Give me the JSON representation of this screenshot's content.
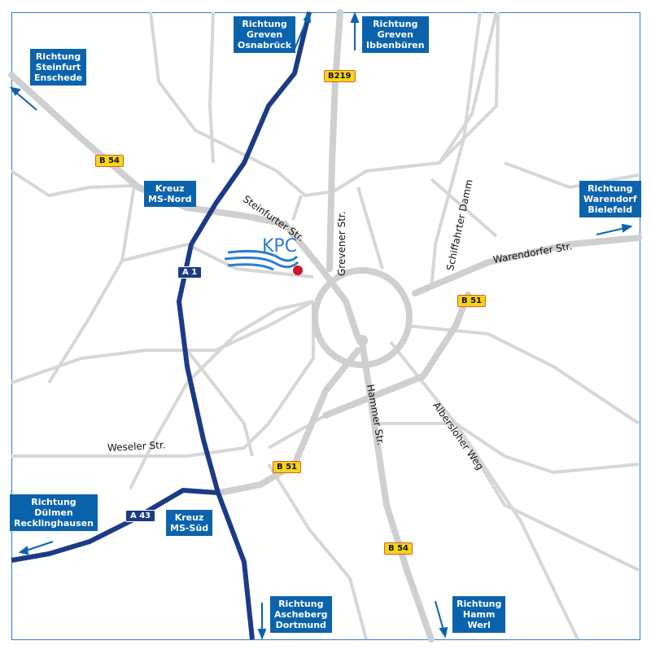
{
  "directions": [
    {
      "id": "steinfurt",
      "lines": [
        "Richtung",
        "Steinfurt",
        "Enschede"
      ]
    },
    {
      "id": "greven-osnabrueck",
      "lines": [
        "Richtung",
        "Greven",
        "Osnabrück"
      ]
    },
    {
      "id": "greven-ibbenbueren",
      "lines": [
        "Richtung",
        "Greven",
        "Ibbenbüren"
      ]
    },
    {
      "id": "warendorf",
      "lines": [
        "Richtung",
        "Warendorf",
        "Bielefeld"
      ]
    },
    {
      "id": "duelmen",
      "lines": [
        "Richtung",
        "Dülmen",
        "Recklinghausen"
      ]
    },
    {
      "id": "ascheberg",
      "lines": [
        "Richtung",
        "Ascheberg",
        "Dortmund"
      ]
    },
    {
      "id": "hamm",
      "lines": [
        "Richtung",
        "Hamm",
        "Werl"
      ]
    }
  ],
  "junctions": {
    "nord": [
      "Kreuz",
      "MS-Nord"
    ],
    "sued": [
      "Kreuz",
      "MS-Süd"
    ]
  },
  "streets": {
    "steinfurter": "Steinfurter Str.",
    "grevener": "Grevener Str.",
    "schiffahrter": "Schiffahrter Damm",
    "warendorfer": "Warendorfer Str.",
    "hammer": "Hammer Str.",
    "albersloher": "Albersloher Weg",
    "weseler": "Weseler Str."
  },
  "badges": {
    "b54_nw": "B 54",
    "b219": "B219",
    "b51_e": "B 51",
    "b51_s": "B 51",
    "b54_s": "B 54",
    "a1": "A 1",
    "a43": "A 43"
  },
  "logo": "KPC",
  "colors": {
    "sign": "#0b63ad",
    "autobahn": "#1b3b86",
    "road": "#d0d0d0",
    "marker": "#d0152a"
  }
}
